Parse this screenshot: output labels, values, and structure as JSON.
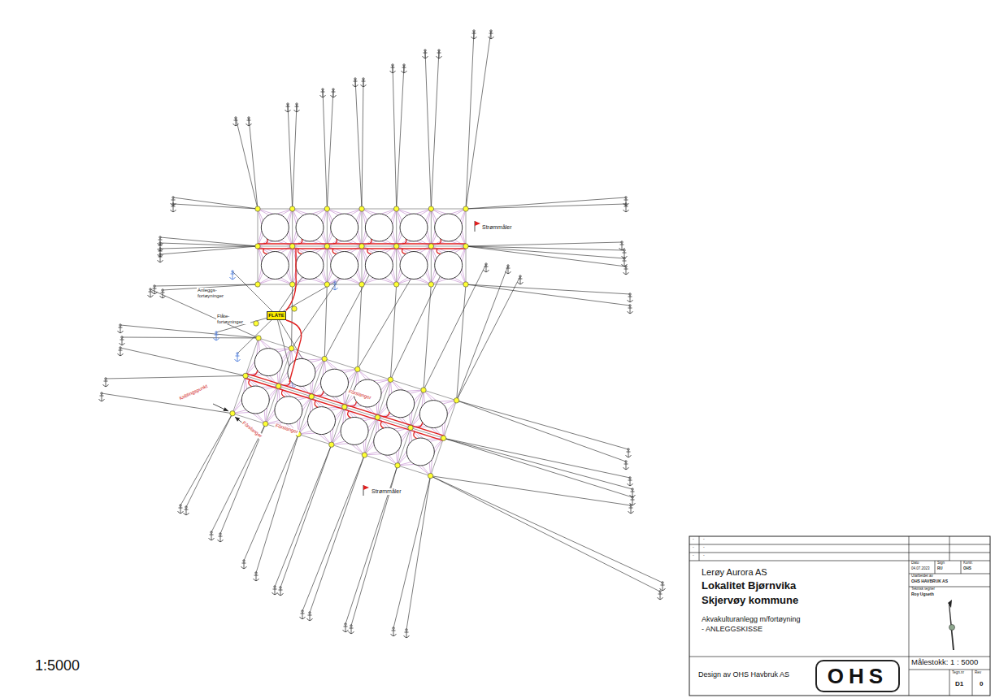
{
  "diagram": {
    "nodes": [
      {
        "text": [
          "FLÅTE"
        ]
      },
      {
        "text": [
          "OHS"
        ]
      }
    ],
    "labels": [
      "Strømmåler",
      "Strømmåler",
      "Anleggs- fortøyninger",
      "Flåte- fortøyninger",
      "Koblingspunkt",
      "Fôrslanger",
      "Fôrslanger",
      "Fôrslanger",
      "1:5000",
      "-",
      "-",
      "-",
      "-",
      "-",
      "-",
      "Lerøy Aurora AS",
      "Lokalitet Bjørnvika",
      "Skjervøy kommune",
      "Akvakulturanlegg m/fortøyning",
      "- ANLEGGSKISSE",
      "Design av OHS Havbruk AS",
      "Målestokk: 1 : 5000",
      "Dato",
      "Sign",
      "Kontr.",
      "04.07.2023",
      "RU",
      "OHS",
      "Utarbeidet av",
      "OHS HAVBRUK AS",
      "Teknisk tegner",
      "Roy Ugseth",
      "Tegn.nr",
      "Rev",
      "D1",
      "0"
    ]
  }
}
